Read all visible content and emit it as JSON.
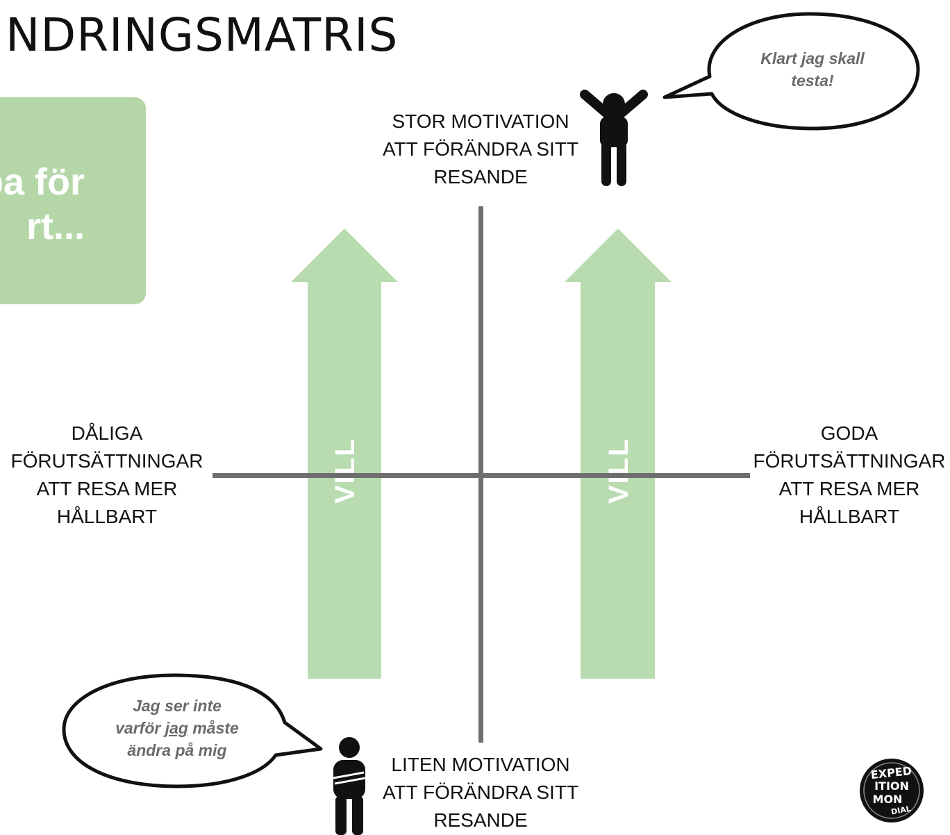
{
  "title": "NDRINGSMATRIS",
  "card": {
    "line1": "ba för",
    "line2": "rt..."
  },
  "labels": {
    "top": "STOR MOTIVATION\nATT FÖRÄNDRA SITT\nRESANDE",
    "bottom": "LITEN MOTIVATION\nATT FÖRÄNDRA  SITT\nRESANDE",
    "left": "DÅLIGA\nFÖRUTSÄTTNINGAR\nATT  RESA MER\nHÅLLBART",
    "right": "GODA\nFÖRUTSÄTTNINGAR\nATT RESA MER\nHÅLLBART"
  },
  "arrows": {
    "left_word": "VILL",
    "right_word": "VILL"
  },
  "bubbles": {
    "top_line1": "Klart jag skall",
    "top_line2": "testa!",
    "bottom_line1": "Jag ser inte",
    "bottom_prefix": "varför ",
    "bottom_underlined": "jag",
    "bottom_suffix": " måste",
    "bottom_line3": "ändra på mig"
  },
  "logo": {
    "line1": "EXPED",
    "line2": "ITION",
    "line3": "MON",
    "line4": "DIAL"
  },
  "colors": {
    "arrow": "#b9dbb0",
    "axis": "#6e6e6e",
    "card": "#b5d7a8",
    "bubble_text": "#6b6b6b"
  }
}
